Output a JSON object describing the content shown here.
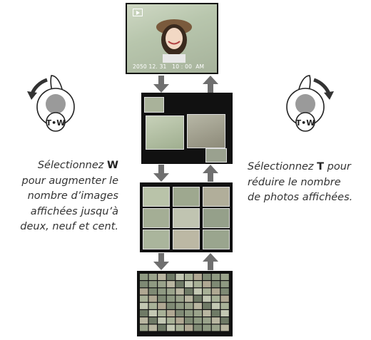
{
  "screen_top": {
    "datetime": "2050 12. 31   10 : 00  AM"
  },
  "left_caption": {
    "line1_pre": "Sélectionnez ",
    "line1_key": "W",
    "line2": "pour augmenter le",
    "line3": "nombre d’images",
    "line4": "affichées jusqu’à",
    "line5": "deux, neuf et cent."
  },
  "right_caption": {
    "line1_pre": "Sélectionnez ",
    "line1_key": "T",
    "line1_post": " pour",
    "line2": "réduire le nombre",
    "line3": "de photos affichées."
  },
  "icons": {
    "playback": "playback-icon",
    "zoom_dial_w": "zoom-lever-w-icon",
    "zoom_dial_t": "zoom-lever-t-icon",
    "arrow_down": "arrow-down-icon",
    "arrow_up": "arrow-up-icon"
  },
  "colors": {
    "arrow": "#6f6f6f",
    "screen_bg": "#111111",
    "text": "#333333"
  }
}
